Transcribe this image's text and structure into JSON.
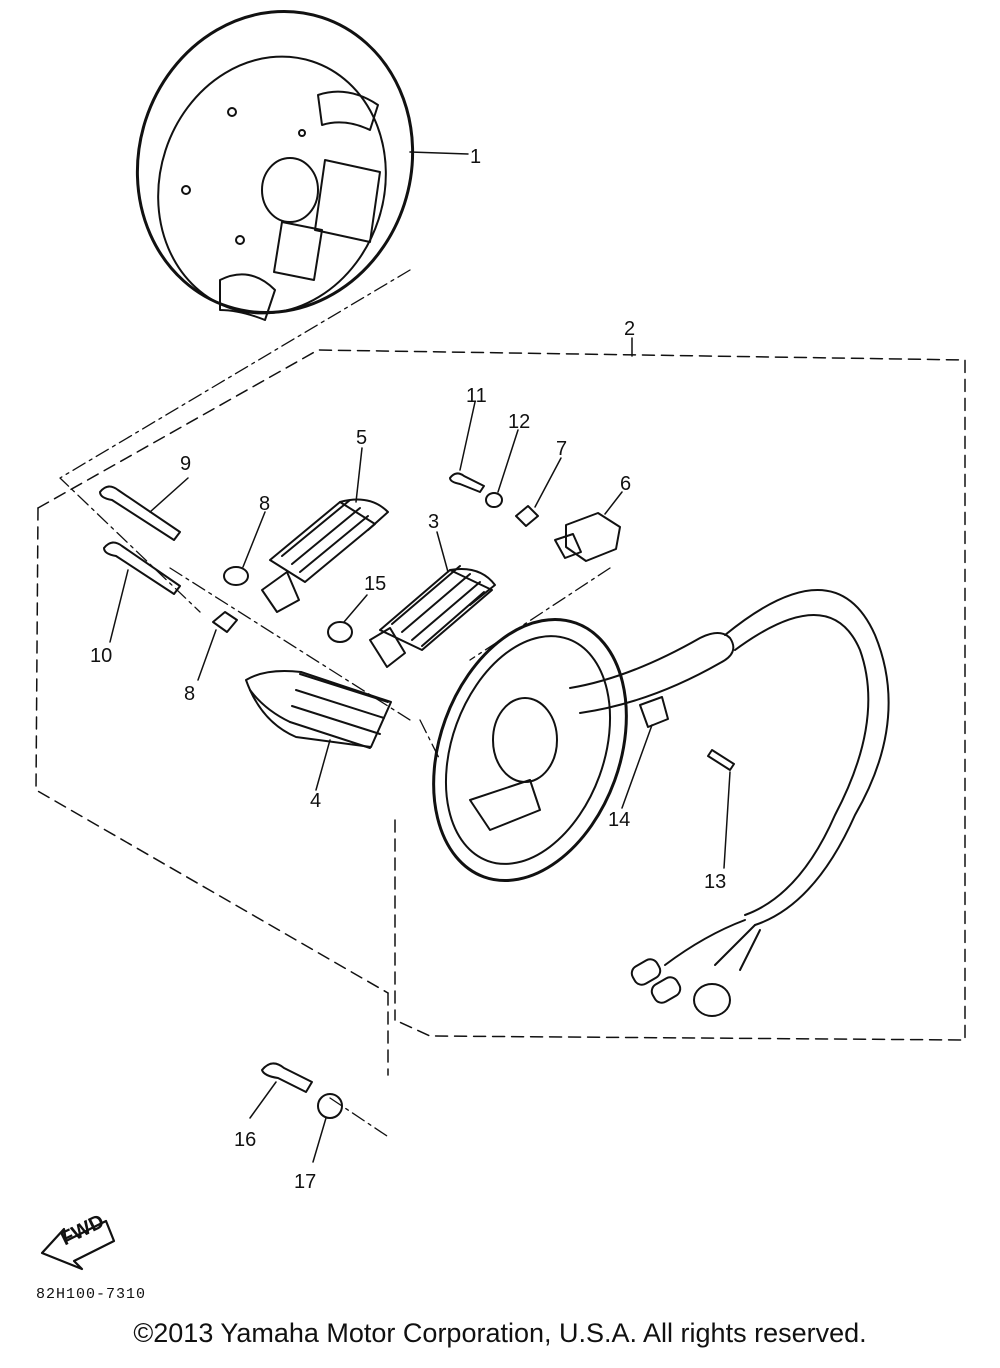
{
  "callouts": [
    {
      "id": "1",
      "text": "1"
    },
    {
      "id": "2",
      "text": "2"
    },
    {
      "id": "3",
      "text": "3"
    },
    {
      "id": "4",
      "text": "4"
    },
    {
      "id": "5",
      "text": "5"
    },
    {
      "id": "6",
      "text": "6"
    },
    {
      "id": "7",
      "text": "7"
    },
    {
      "id": "8a",
      "text": "8"
    },
    {
      "id": "8b",
      "text": "8"
    },
    {
      "id": "9",
      "text": "9"
    },
    {
      "id": "10",
      "text": "10"
    },
    {
      "id": "11",
      "text": "11"
    },
    {
      "id": "12",
      "text": "12"
    },
    {
      "id": "13",
      "text": "13"
    },
    {
      "id": "14",
      "text": "14"
    },
    {
      "id": "15",
      "text": "15"
    },
    {
      "id": "16",
      "text": "16"
    },
    {
      "id": "17",
      "text": "17"
    }
  ],
  "fwd_label": "FWD",
  "drawing_code": "82H100-7310",
  "copyright": "©2013 Yamaha Motor Corporation, U.S.A. All rights reserved."
}
